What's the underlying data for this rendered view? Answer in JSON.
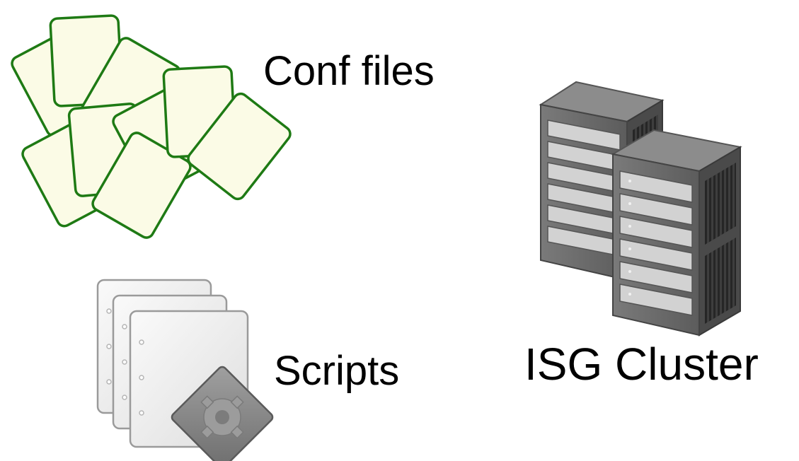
{
  "items": {
    "conf_files": {
      "label": "Conf files",
      "icon": "stacked-paper-cards-icon",
      "colors": {
        "fill": "#fbfbe6",
        "stroke": "#1e7a14"
      }
    },
    "scripts": {
      "label": "Scripts",
      "icon": "script-documents-gear-icon",
      "colors": {
        "page": "#f1f1f1",
        "page_edge": "#9a9a9a",
        "gear_badge": "#8a8a8a"
      }
    },
    "cluster": {
      "label": "ISG Cluster",
      "icon": "server-racks-icon",
      "colors": {
        "front": "#6d6d6d",
        "side": "#4a4a4a",
        "top": "#8c8c8c",
        "drive": "#d2d2d2"
      }
    }
  }
}
